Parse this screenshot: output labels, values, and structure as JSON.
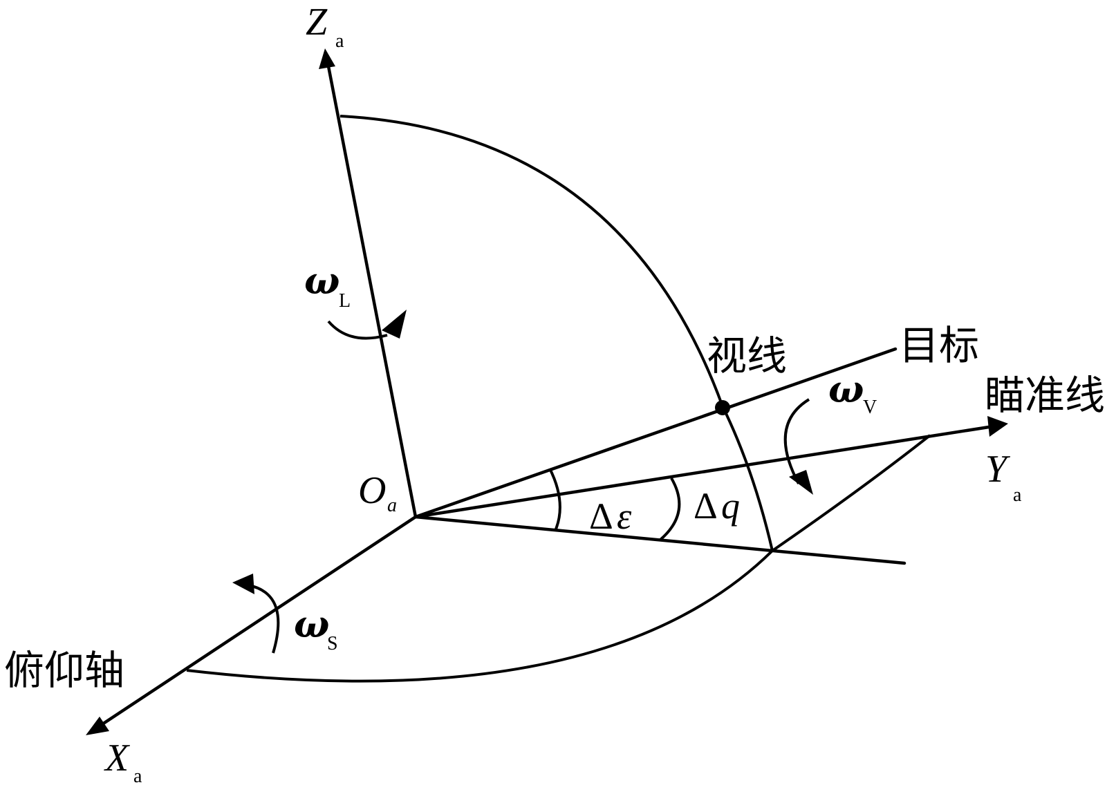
{
  "axes": {
    "z": {
      "name": "Z",
      "sub": "a"
    },
    "y": {
      "name": "Y",
      "sub": "a"
    },
    "x": {
      "name": "X",
      "sub": "a"
    },
    "origin": {
      "name": "O",
      "sub": "a"
    }
  },
  "rates": {
    "omega_L": {
      "sym": "ω",
      "sub": "L"
    },
    "omega_V": {
      "sym": "ω",
      "sub": "V"
    },
    "omega_S": {
      "sym": "ω",
      "sub": "S"
    }
  },
  "angles": {
    "delta_epsilon": {
      "delta": "Δ",
      "sym": "ε"
    },
    "delta_q": {
      "delta": "Δ",
      "sym": "q"
    }
  },
  "labels": {
    "line_of_sight": "视线",
    "target": "目标",
    "aiming_line": "瞄准线",
    "pitch_axis": "俯仰轴"
  }
}
